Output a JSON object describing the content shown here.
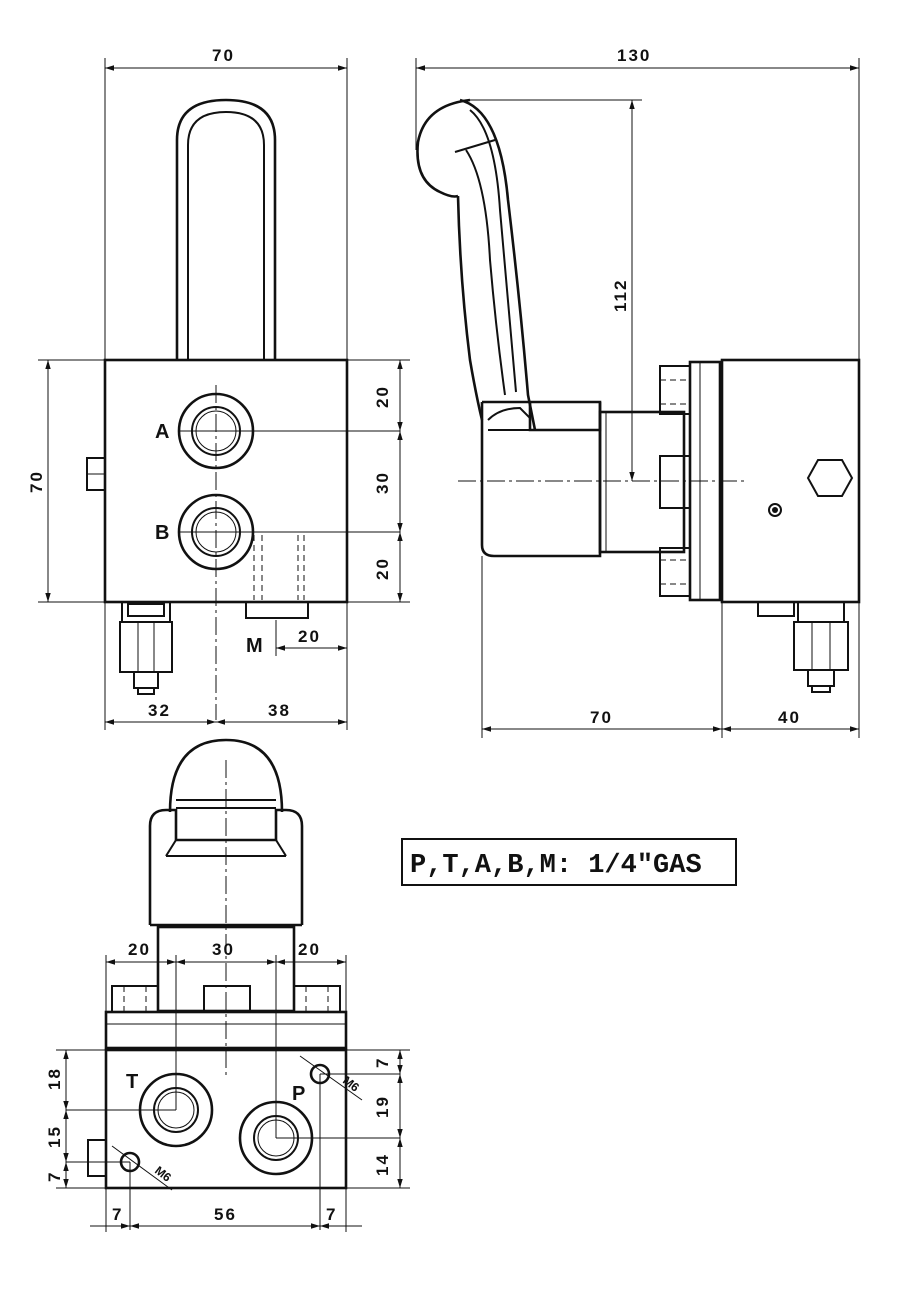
{
  "dimensions": {
    "front_width": "70",
    "front_height": "70",
    "port_spacing_top": "20",
    "port_spacing_mid": "30",
    "port_spacing_bottom": "20",
    "m_port_offset": "20",
    "bottom_left": "32",
    "bottom_right": "38",
    "side_total_length": "130",
    "lever_height": "112",
    "side_body": "70",
    "side_block": "40",
    "top_left": "20",
    "top_mid": "30",
    "top_right": "20",
    "bv_left_18": "18",
    "bv_left_15": "15",
    "bv_left_7": "7",
    "bv_right_7": "7",
    "bv_right_19": "19",
    "bv_right_14": "14",
    "bv_bottom_left": "7",
    "bv_bottom_mid": "56",
    "bv_bottom_right": "7"
  },
  "ports": {
    "a": "A",
    "b": "B",
    "m": "M",
    "t": "T",
    "p": "P"
  },
  "threads": {
    "m6_right": "M6",
    "m6_left": "M6"
  },
  "note": "P,T,A,B,M: 1/4\"GAS"
}
